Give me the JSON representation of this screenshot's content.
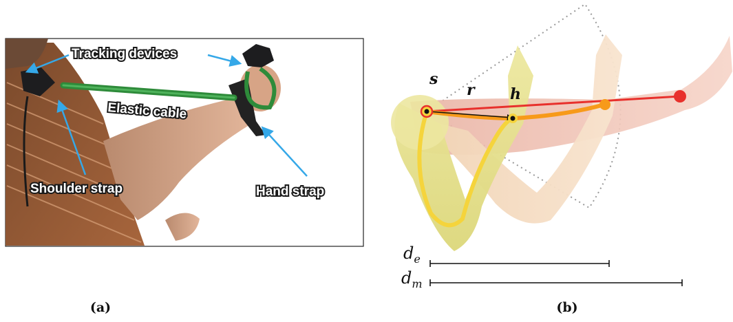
{
  "panel_a": {
    "caption": "(a)",
    "labels": {
      "tracking_devices": "Tracking devices",
      "elastic_cable": "Elastic cable",
      "shoulder_strap": "Shoulder strap",
      "hand_strap": "Hand strap"
    }
  },
  "panel_b": {
    "caption": "(b)",
    "labels": {
      "s": "s",
      "r": "r",
      "h": "h"
    },
    "scale_bars": [
      {
        "symbol": "d",
        "subscript": "e"
      },
      {
        "symbol": "d",
        "subscript": "m"
      }
    ]
  },
  "colors": {
    "arrow_blue": "#35a8e8",
    "cable_green": "#2e8b3a",
    "path_red": "#e8302c",
    "path_orange": "#f79a1a",
    "path_yellow": "#f5d43c"
  }
}
